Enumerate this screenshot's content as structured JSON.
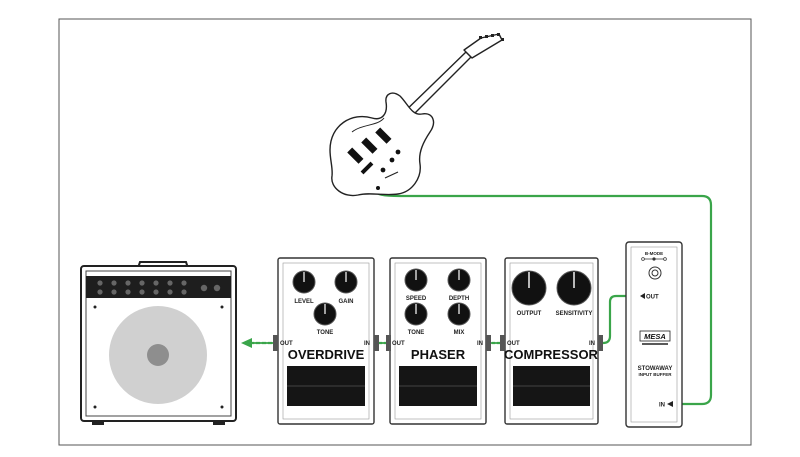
{
  "colors": {
    "cable": "#3aa54a",
    "outline": "#333333",
    "speaker": "#d0d0d0",
    "footswitch": "#151515"
  },
  "pedals": {
    "overdrive": {
      "name": "OVERDRIVE",
      "knobs": [
        "LEVEL",
        "GAIN",
        "TONE"
      ],
      "out_label": "OUT",
      "in_label": "IN"
    },
    "phaser": {
      "name": "PHASER",
      "knobs": [
        "SPEED",
        "DEPTH",
        "TONE",
        "MIX"
      ],
      "out_label": "OUT",
      "in_label": "IN"
    },
    "compressor": {
      "name": "COMPRESSOR",
      "knobs": [
        "OUTPUT",
        "SENSITIVITY"
      ],
      "out_label": "OUT",
      "in_label": "IN"
    }
  },
  "buffer": {
    "brand": "MESA",
    "name_line1": "STOWAWAY",
    "name_line2": "INPUT BUFFER",
    "out_label": "OUT",
    "in_label": "IN",
    "switch_label": "B-MODE"
  },
  "icons": {
    "guitar": "electric-guitar-icon",
    "amp": "guitar-amplifier-icon",
    "arrow": "signal-arrow-icon"
  }
}
